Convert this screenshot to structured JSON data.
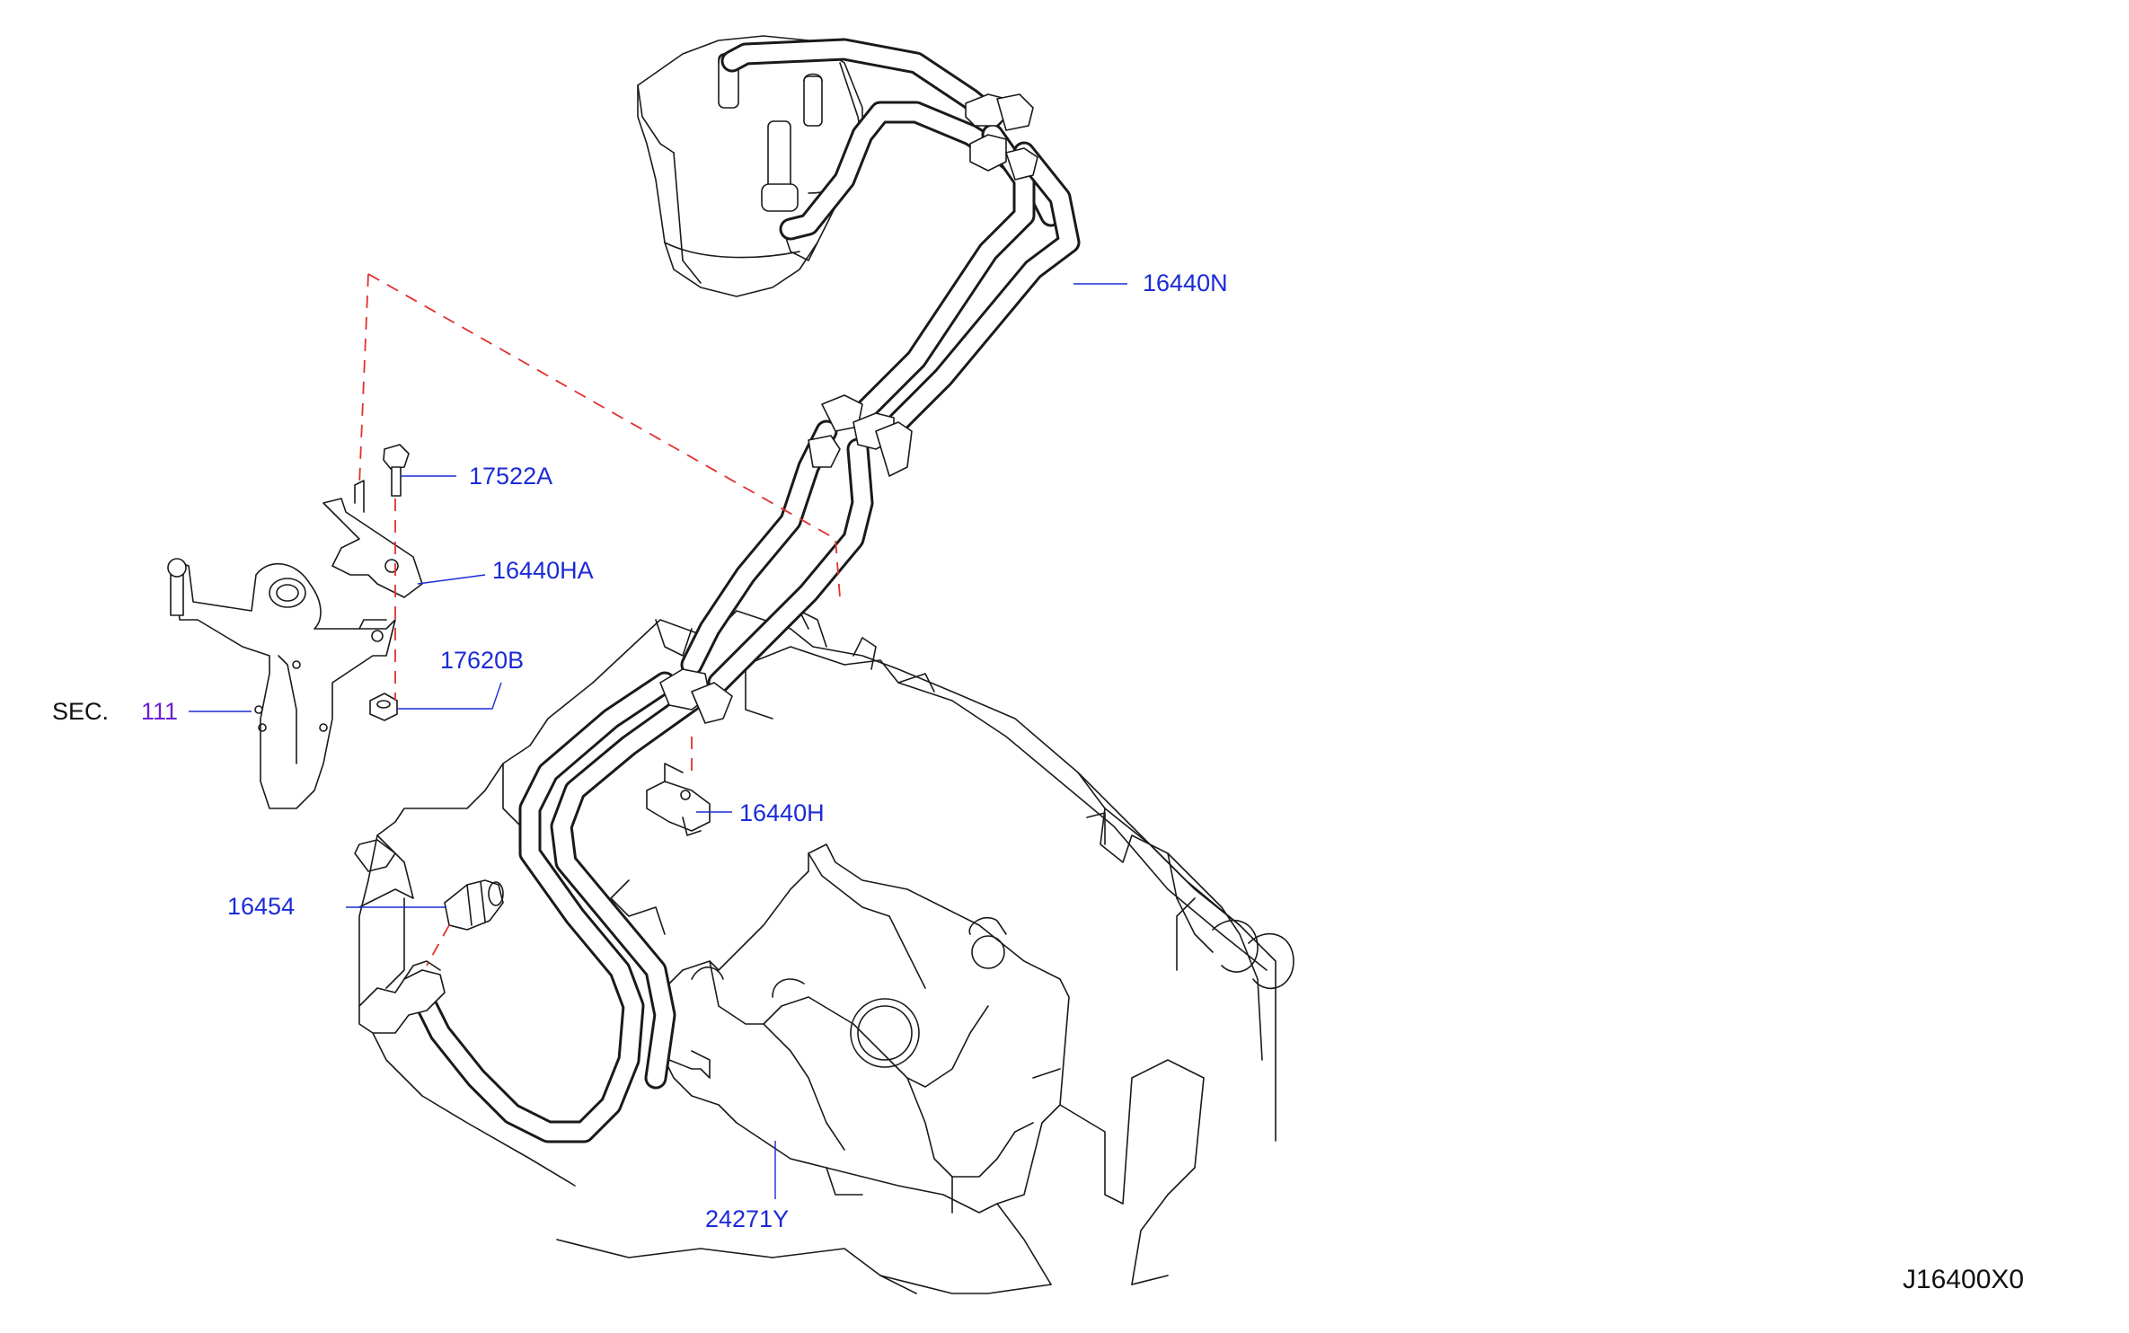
{
  "callouts": {
    "p16440N": "16440N",
    "p17522A": "17522A",
    "p16440HA": "16440HA",
    "p17620B": "17620B",
    "sec_prefix": "SEC.",
    "sec_number": "111",
    "p16440H": "16440H",
    "p16454": "16454",
    "p24271Y": "24271Y"
  },
  "diagram_code": "J16400X0",
  "colors": {
    "callout_text": "#1b2bd6",
    "section_ref_text": "#6a1fd0",
    "linework": "#1a1a1a",
    "hidden_line": "#e03030"
  }
}
